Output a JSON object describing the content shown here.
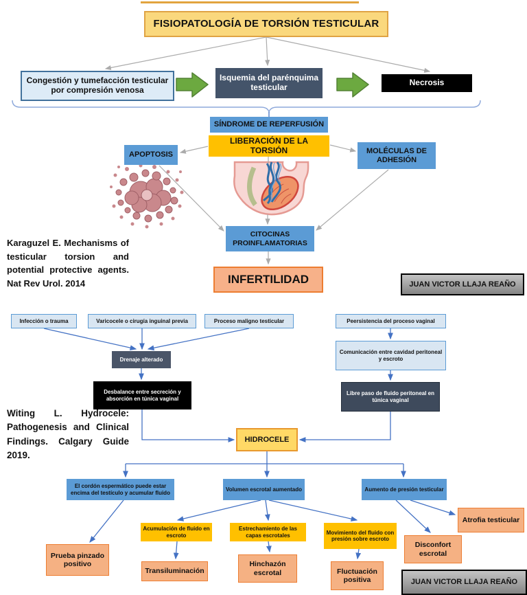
{
  "colors": {
    "title_fill": "#FAD87D",
    "title_border": "#DFA344",
    "light_blue_fill": "#DDEBF7",
    "light_blue_border": "#41719C",
    "mid_blue": "#5B9BD5",
    "slate": "#44546A",
    "black": "#000000",
    "gold": "#FFC000",
    "hidrocele_yellow": "#FFD966",
    "salmon_fill": "#F5B183",
    "salmon_border": "#ED7D31",
    "green_arrow": "#6CA940",
    "gray_connector": "#ABABAB",
    "blue_connector": "#4472C4",
    "author_gray": "#9c9c9c"
  },
  "illustrations": {
    "apoptosis": "apoptosis-cells-illustration",
    "torsion": "testicular-torsion-illustration"
  },
  "torsion_diagram": {
    "title": "FISIOPATOLOGÍA DE TORSIÓN TESTICULAR",
    "congestion": "Congestión y tumefacción testicular por compresión venosa",
    "isquemia": "Isquemia del parénquima testicular",
    "necrosis": "Necrosis",
    "sindrome": "SÍNDROME DE REPERFUSIÓN",
    "liberacion": "LIBERACIÓN DE LA TORSIÓN",
    "apoptosis": "APOPTOSIS",
    "moleculas": "MOLÉCULAS DE ADHESIÓN",
    "citocinas": "CITOCINAS PROINFLAMATORIAS",
    "infertilidad": "INFERTILIDAD",
    "citation": "Karaguzel E. Mechanisms of testicular torsion and potential protective agents. Nat Rev Urol. 2014",
    "author": "JUAN VICTOR LLAJA REAÑO"
  },
  "hydrocele_diagram": {
    "causes": [
      "Infección o trauma",
      "Varicocele o cirugía inguinal previa",
      "Proceso maligno testicular"
    ],
    "persistencia": "Peersistencia del proceso vaginal",
    "drenaje": "Drenaje alterado",
    "comunicacion": "Comunicación entre cavidad peritoneal y escroto",
    "desbalance": "Desbalance entre secreción y absorción en túnica vaginal",
    "libre_paso": "Libre paso de fluido peritoneal en túnica vaginal",
    "hidrocele": "HIDROCELE",
    "citation": "Witing L. Hydrocele: Pathogenesis and Clinical Findings. Calgary Guide 2019.",
    "cordon": "El cordón espermático puede estar encima del testículo y acumular fluido",
    "volumen": "Volumen escrotal aumentado",
    "presion": "Aumento de presión testicular",
    "prueba": "Prueba pinzado positivo",
    "acumulacion": "Acumulación de fluido en escroto",
    "estrechamiento": "Estrechamiento de las capas escrotales",
    "movimiento": "Movimiento del fluido con presión sobre escroto",
    "transiluminacion": "Transiluminación",
    "hinchazon": "Hinchazón escrotal",
    "fluctuacion": "Fluctuación positiva",
    "atrofia": "Atrofia testicular",
    "disconfort": "Disconfort escrotal",
    "author": "JUAN VICTOR LLAJA REAÑO"
  }
}
